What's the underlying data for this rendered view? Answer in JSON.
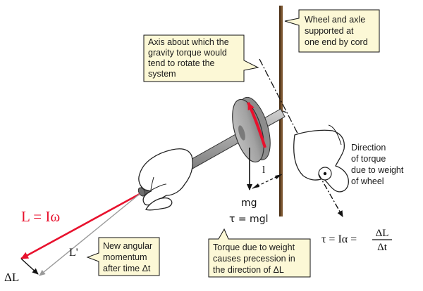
{
  "callouts": {
    "wheel_axle": [
      "Wheel and axle",
      "supported at",
      "one end by cord"
    ],
    "axis": [
      "Axis about which the",
      "gravity torque would",
      "tend to rotate the",
      "system"
    ],
    "new_momentum": [
      "New angular",
      "momentum",
      "after time Δt"
    ],
    "torque_precession": [
      "Torque due to weight",
      "causes precession in",
      "the direction of  ΔL"
    ]
  },
  "direction_of_torque": [
    "Direction",
    "of torque",
    "due to weight",
    "of wheel"
  ],
  "labels": {
    "mg": "mg",
    "tau_eq": "τ = mgl",
    "lever_arm": "l",
    "L_eq": "L = Iω",
    "L_prime": "L'",
    "delta_L": "ΔL",
    "tau_ia": "τ = Iα =",
    "frac_num": "ΔL",
    "frac_den": "Δt"
  },
  "colors": {
    "momentum_vector": "#e8112d",
    "callout_fill": "#fcf8d6",
    "wheel_fill": "#a6a6a6",
    "axle_fill": "#8c8c8c",
    "new_vector": "#9a9a9a"
  }
}
